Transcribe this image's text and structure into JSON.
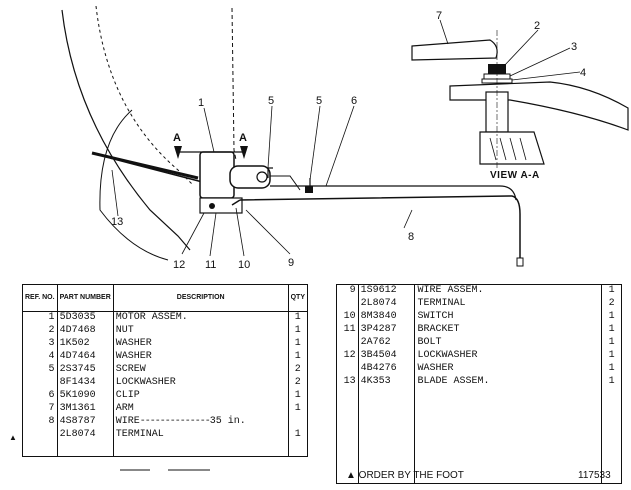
{
  "callouts": [
    "1",
    "2",
    "3",
    "4",
    "5",
    "5",
    "6",
    "7",
    "8",
    "9",
    "10",
    "11",
    "12",
    "13"
  ],
  "section_marks": [
    "A",
    "A"
  ],
  "view_label": "VIEW A-A",
  "table_headers": {
    "ref": "REF. NO.",
    "part_number": "PART NUMBER",
    "description": "DESCRIPTION",
    "qty": "QTY"
  },
  "left_rows": [
    {
      "ref": "1",
      "part": "5D3035",
      "desc": "MOTOR ASSEM.",
      "qty": "1"
    },
    {
      "ref": "2",
      "part": "4D7468",
      "desc": "NUT",
      "qty": "1"
    },
    {
      "ref": "3",
      "part": "1K502",
      "desc": "WASHER",
      "qty": "1"
    },
    {
      "ref": "4",
      "part": "4D7464",
      "desc": "WASHER",
      "qty": "1"
    },
    {
      "ref": "5",
      "part": "2S3745",
      "desc": "SCREW",
      "qty": "2"
    },
    {
      "ref": "",
      "part": "8F1434",
      "desc": "LOCKWASHER",
      "qty": "2"
    },
    {
      "ref": "6",
      "part": "5K1090",
      "desc": "CLIP",
      "qty": "1"
    },
    {
      "ref": "7",
      "part": "3M1361",
      "desc": "ARM",
      "qty": "1"
    },
    {
      "ref": "8",
      "part": "4S8787",
      "desc": "WIRE",
      "length": "35 in.",
      "qty": ""
    },
    {
      "ref": "",
      "part": "2L8074",
      "desc": "TERMINAL",
      "qty": "1"
    }
  ],
  "right_rows": [
    {
      "ref": "9",
      "part": "1S9612",
      "desc": "WIRE ASSEM.",
      "qty": "1"
    },
    {
      "ref": "",
      "part": "2L8074",
      "desc": "TERMINAL",
      "qty": "2"
    },
    {
      "ref": "10",
      "part": "8M3840",
      "desc": "SWITCH",
      "qty": "1"
    },
    {
      "ref": "11",
      "part": "3P4287",
      "desc": "BRACKET",
      "qty": "1"
    },
    {
      "ref": "",
      "part": "2A762",
      "desc": "BOLT",
      "qty": "1"
    },
    {
      "ref": "12",
      "part": "3B4504",
      "desc": "LOCKWASHER",
      "qty": "1"
    },
    {
      "ref": "",
      "part": "4B4276",
      "desc": "WASHER",
      "qty": "1"
    },
    {
      "ref": "13",
      "part": "4K353",
      "desc": "BLADE ASSEM.",
      "qty": "1"
    }
  ],
  "footnote": "▲ ORDER BY THE FOOT",
  "drawing_number": "117533",
  "marker_symbol": "▲"
}
